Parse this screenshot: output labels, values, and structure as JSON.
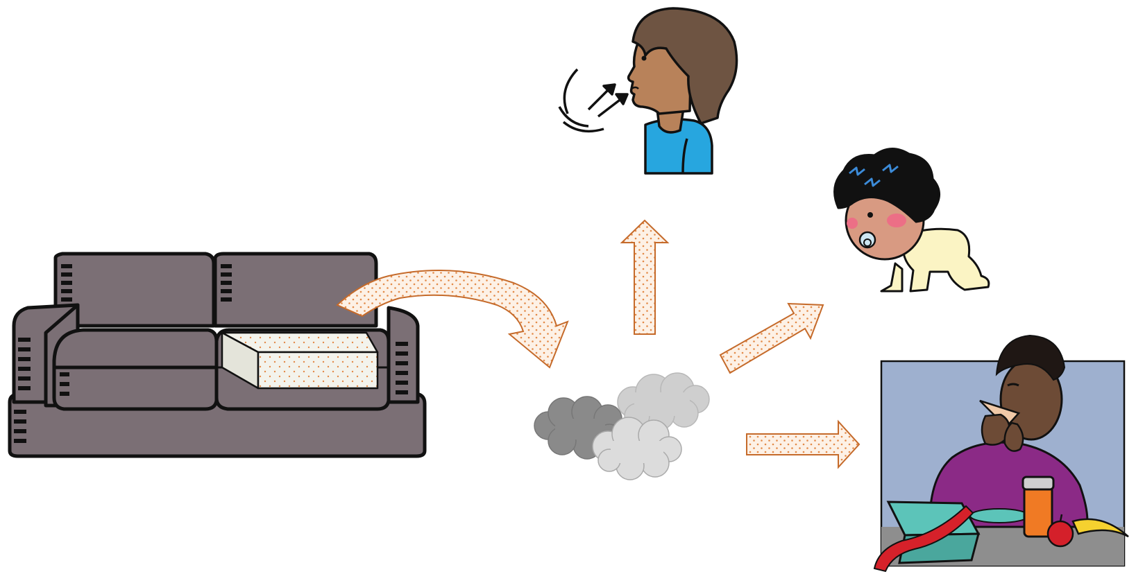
{
  "diagram": {
    "colors": {
      "background": "#ffffff",
      "arrow_fill": "#fdf1e6",
      "arrow_stroke": "#c56a2a",
      "arrow_dots": "#e38a48",
      "sofa": "#7b6f75",
      "foam": "#f3f3ec",
      "cloud_dark": "#8a8a8a",
      "cloud_mid": "#a9a9a9",
      "cloud_light": "#cfcfcf",
      "skin_brown": "#b8825a",
      "hair_brown": "#6e5442",
      "shirt_blue": "#27a6df",
      "baby_suit": "#fbf4c4",
      "cheek_pink": "#ec6f86",
      "man_skin": "#6d4b36",
      "man_shirt": "#8b2a86",
      "scene_bg": "#9eb0cf",
      "box_teal": "#5cc4b9",
      "ribbon_red": "#d6212a",
      "jar_orange": "#f07a24",
      "apple_red": "#d4202a",
      "banana_yellow": "#f5d12f",
      "table_gray": "#8e8e8e"
    },
    "nodes": [
      {
        "id": "sofa",
        "icon": "sofa-with-foam-cushion-icon"
      },
      {
        "id": "dust",
        "icon": "dust-cloud-icon"
      },
      {
        "id": "breathing",
        "icon": "person-breathing-in-icon"
      },
      {
        "id": "baby",
        "icon": "crawling-baby-icon"
      },
      {
        "id": "eating",
        "icon": "person-eating-icon"
      }
    ],
    "edges": [
      {
        "from": "sofa",
        "to": "dust",
        "icon": "curved-arrow-icon"
      },
      {
        "from": "dust",
        "to": "breathing",
        "icon": "up-arrow-icon"
      },
      {
        "from": "dust",
        "to": "baby",
        "icon": "diagonal-arrow-icon"
      },
      {
        "from": "dust",
        "to": "eating",
        "icon": "right-arrow-icon"
      }
    ]
  }
}
